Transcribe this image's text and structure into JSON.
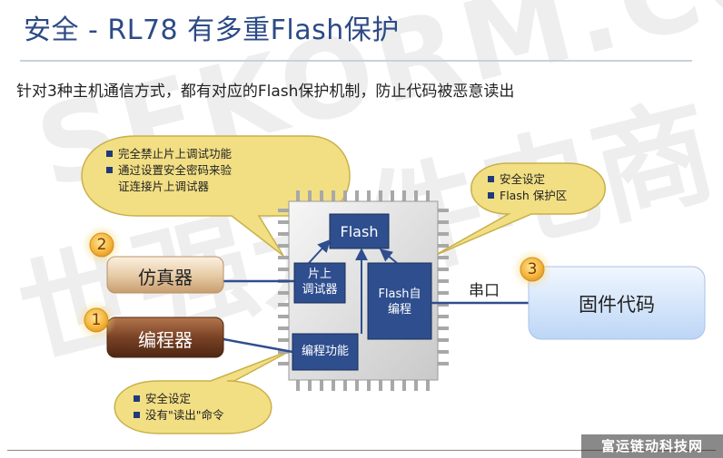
{
  "title": "安全 - RL78 有多重Flash保护",
  "subtitle": "针对3种主机通信方式，都有对应的Flash保护机制，防止代码被恶意读出",
  "watermark": {
    "line1": "SEKORM.COM",
    "line2": "世强元件电商"
  },
  "footer_tag": "富运链动科技网",
  "chip": {
    "flash_label": "Flash",
    "onchip_debugger_label": "片上\n调试器",
    "flash_self_prog_label": "Flash自\n编程",
    "programming_func_label": "编程功能"
  },
  "left_devices": [
    {
      "number": "2",
      "label": "仿真器"
    },
    {
      "number": "1",
      "label": "编程器"
    }
  ],
  "right_device": {
    "number": "3",
    "label": "固件代码",
    "port_label": "串口"
  },
  "callouts": {
    "top_left": {
      "lines": [
        "完全禁止片上调试功能",
        "通过设置安全密码来验",
        "证连接片上调试器"
      ],
      "bullets": [
        true,
        true,
        false
      ]
    },
    "top_right": {
      "lines": [
        "安全设定",
        "Flash 保护区"
      ]
    },
    "bottom_left": {
      "lines": [
        "安全设定",
        "没有\"读出\"命令"
      ]
    }
  },
  "colors": {
    "title": "#2c4a86",
    "chip_block": "#2e4e8e",
    "callout_fill": "#f2df84",
    "callout_stroke": "#c9b04a",
    "badge": "#f4b63a",
    "pill_light": "#ead3b4",
    "pill_dark": "#7a4226",
    "pill_blue": "#d3e4fb",
    "wire": "#2e4e8e"
  }
}
